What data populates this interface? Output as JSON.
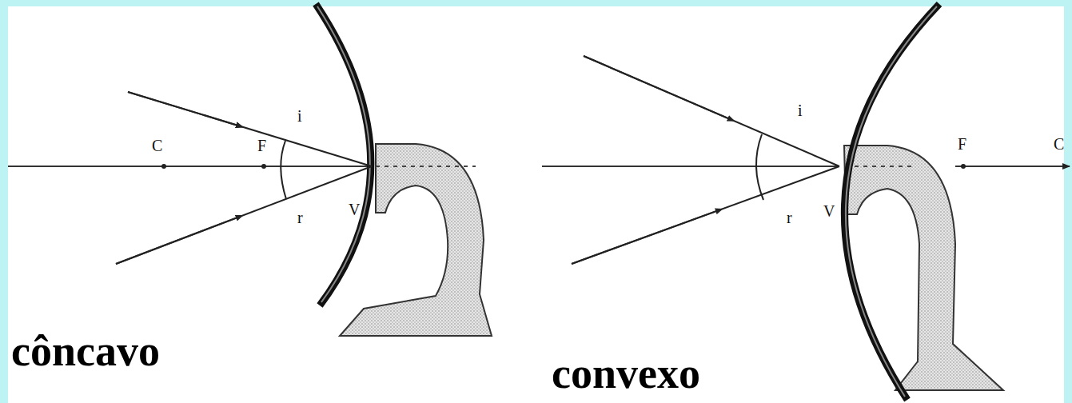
{
  "diagram": {
    "labels": [
      "C",
      "F",
      "i",
      "V",
      "r",
      "côncavo",
      "i",
      "F",
      "C",
      "V",
      "r",
      "convexo"
    ]
  }
}
